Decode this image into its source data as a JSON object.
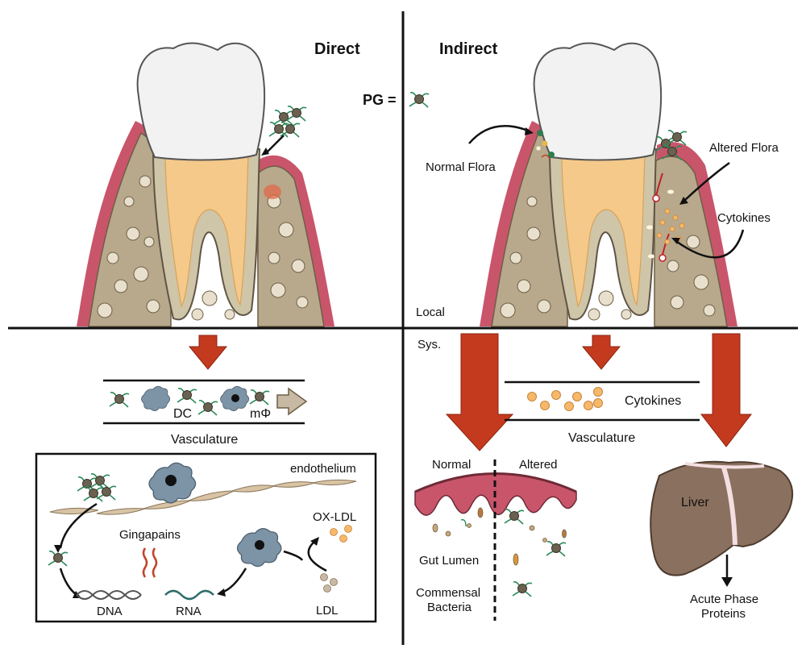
{
  "headers": {
    "direct": "Direct",
    "indirect": "Indirect"
  },
  "legend": {
    "pg": "PG ="
  },
  "axis_labels": {
    "local": "Local",
    "systemic": "Sys."
  },
  "local_labels": {
    "normal_flora": "Normal Flora",
    "altered_flora": "Altered Flora",
    "cytokines": "Cytokines"
  },
  "direct_vasculature": {
    "dc": "DC",
    "macrophage": "mΦ",
    "caption": "Vasculature"
  },
  "inset": {
    "endothelium": "endothelium",
    "gingipains": "Gingapains",
    "ox_ldl": "OX-LDL",
    "ldl": "LDL",
    "dna": "DNA",
    "rna": "RNA"
  },
  "indirect_vasculature": {
    "cytokines": "Cytokines",
    "caption": "Vasculature"
  },
  "gut": {
    "normal": "Normal",
    "altered": "Altered",
    "lumen": "Gut Lumen",
    "commensal_line1": "Commensal",
    "commensal_line2": "Bacteria"
  },
  "liver": {
    "label": "Liver",
    "output_line1": "Acute Phase",
    "output_line2": "Proteins"
  },
  "colors": {
    "arrow_red": "#c43a1f",
    "gum_pink": "#c9556b",
    "bone": "#b8a98c",
    "enamel": "#f2f2f2",
    "pulp": "#f5c98a",
    "liver": "#8a705e",
    "cytokine_orange": "#f6b86a"
  },
  "icons": [
    "pg-bacterium-icon",
    "tooth-icon",
    "dendritic-cell-icon",
    "macrophage-icon",
    "liver-icon",
    "dna-icon",
    "rna-icon"
  ]
}
